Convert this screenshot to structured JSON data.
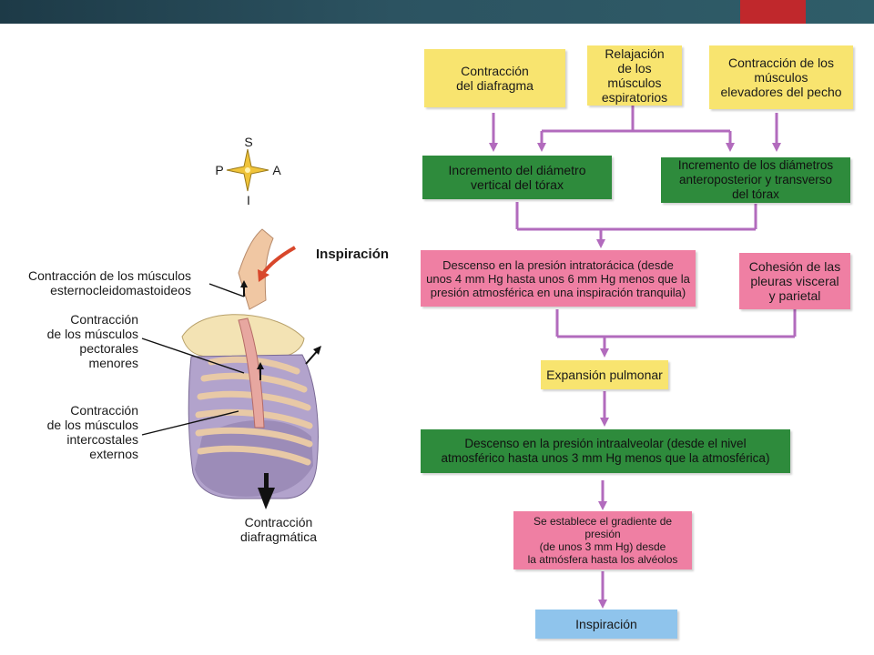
{
  "compass": {
    "s": "S",
    "p": "P",
    "a": "A",
    "i": "I"
  },
  "illustration": {
    "title": "Inspiración",
    "label_esternocleido": "Contracción de los músculos\nesternocleidomastoideos",
    "label_pectorales": "Contracción\nde los músculos\npectorales\nmenores",
    "label_intercostales": "Contracción\nde los músculos\nintercostales\nexternos",
    "label_diafragma": "Contracción\ndiafragmática"
  },
  "flow": {
    "contraccion_diafragma": "Contracción\ndel diafragma",
    "relajacion": "Relajación\nde los músculos\nespiratorios",
    "contraccion_elevadores": "Contracción de los\nmúsculos\nelevadores del pecho",
    "incremento_vertical": "Incremento del diámetro\nvertical del tórax",
    "incremento_antero": "Incremento de los diámetros\nanteroposterior y transverso\ndel tórax",
    "descenso_intratoracica": "Descenso en la presión intratorácica (desde\nunos 4 mm Hg hasta unos 6 mm Hg menos que la\npresión atmosférica en una inspiración tranquila)",
    "cohesion": "Cohesión de las\npleuras visceral\ny parietal",
    "expansion": "Expansión pulmonar",
    "descenso_intraalveolar": "Descenso en la presión intraalveolar (desde el nivel\natmosférico hasta unos 3 mm Hg menos que la atmosférica)",
    "gradiente": "Se establece el gradiente de presión\n(de unos 3 mm Hg) desde\nla atmósfera hasta los alvéolos",
    "inspiracion": "Inspiración"
  },
  "colors": {
    "yellow": "#f8e46f",
    "green": "#2e8b3c",
    "pink": "#ef7fa3",
    "blue": "#8fc4ec",
    "arrow": "#b26bbd",
    "topbar": "#2c5361",
    "topbar_accent": "#c0282c"
  }
}
